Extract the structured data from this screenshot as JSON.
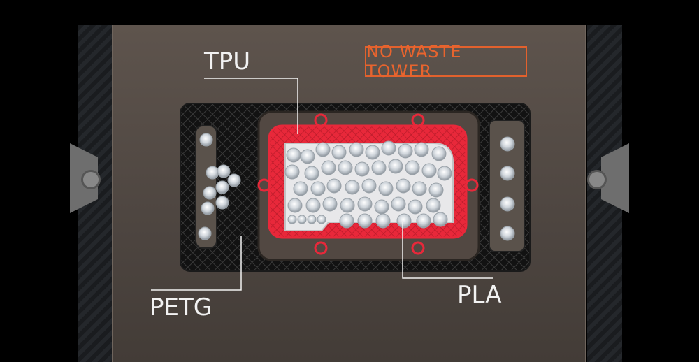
{
  "labels": {
    "tower": "NO WASTE TOWER",
    "tpu": "TPU",
    "petg": "PETG",
    "pla": "PLA"
  },
  "colors": {
    "accent": "#e2612d",
    "tpu_red": "#e8283a",
    "label_white": "#f2f2f2",
    "plate": "#4d4540"
  }
}
